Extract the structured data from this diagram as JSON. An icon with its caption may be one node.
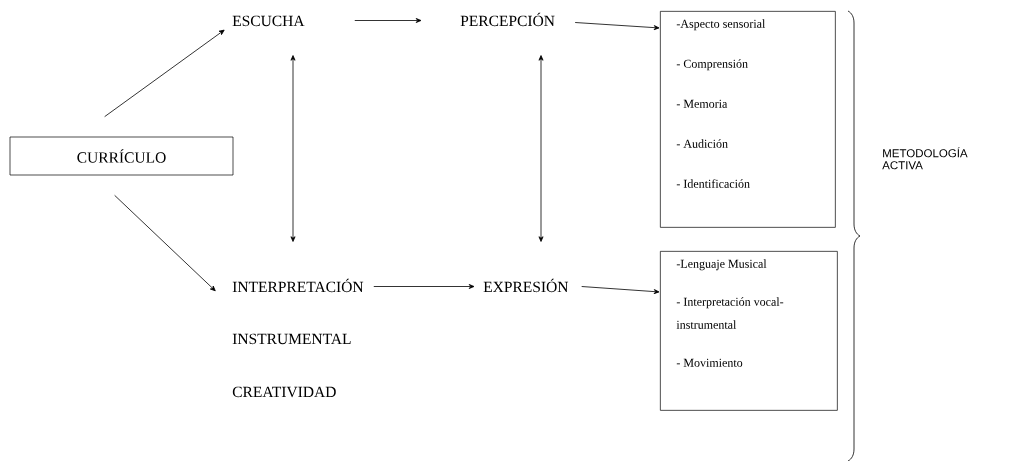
{
  "diagram": {
    "nodes": [
      {
        "text": [
          "CURRÍCULO"
        ]
      },
      {
        "text": [
          "ESCUCHA"
        ]
      },
      {
        "text": [
          "PERCEPCIÓN"
        ]
      },
      {
        "text": [
          "-Aspecto sensorial",
          "- Comprensión",
          "- Memoria",
          "- Audición",
          "- Identificación"
        ]
      },
      {
        "text": [
          "INTERPRETACIÓN"
        ]
      },
      {
        "text": [
          "EXPRESIÓN"
        ]
      },
      {
        "text": [
          "-Lenguaje Musical",
          "- Interpretación vocal- instrumental",
          "- Movimiento"
        ]
      }
    ],
    "edges": [
      {
        "from": 0,
        "to": 1,
        "arrow": "to"
      },
      {
        "from": 0,
        "to": 4,
        "arrow": "to"
      },
      {
        "from": 1,
        "to": 2,
        "arrow": "to"
      },
      {
        "from": 2,
        "to": 3,
        "arrow": "to"
      },
      {
        "from": 1,
        "to": 4,
        "arrow": "both"
      },
      {
        "from": 2,
        "to": 5,
        "arrow": "both"
      },
      {
        "from": 4,
        "to": 5,
        "arrow": "to"
      },
      {
        "from": 5,
        "to": 6,
        "arrow": "to"
      }
    ],
    "labels": [
      "INSTRUMENTAL",
      "CREATIVIDAD",
      "METODOLOGÍA ACTIVA"
    ]
  }
}
